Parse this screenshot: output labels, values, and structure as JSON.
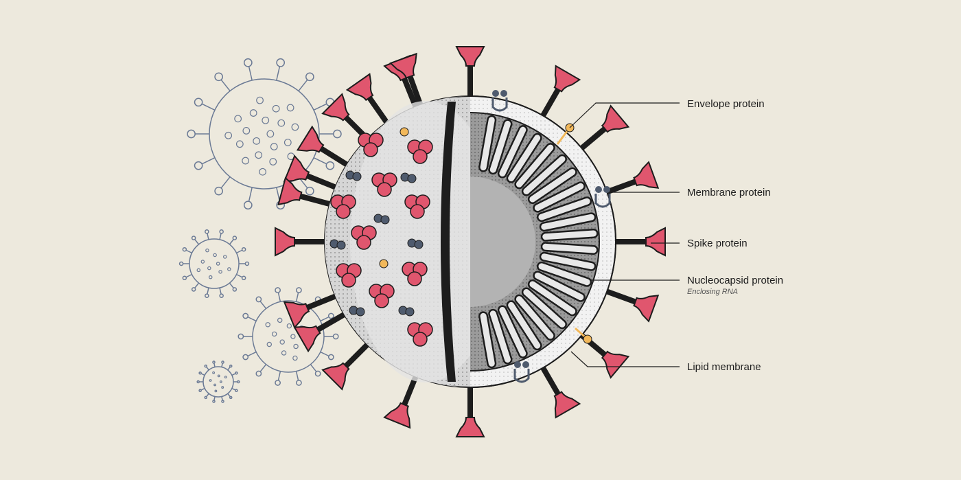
{
  "colors": {
    "background": "#ede9dd",
    "spike": "#e0566e",
    "outline": "#1d1d1d",
    "membrane_protein": "#4f5b6e",
    "envelope_protein": "#f2b85a",
    "small_virus": "#6b7a95"
  },
  "labels": {
    "envelope": "Envelope protein",
    "membrane": "Membrane protein",
    "spike": "Spike protein",
    "nucleocapsid": "Nucleocapsid protein",
    "nucleocapsid_sub": "Enclosing RNA",
    "lipid": "Lipid membrane"
  }
}
